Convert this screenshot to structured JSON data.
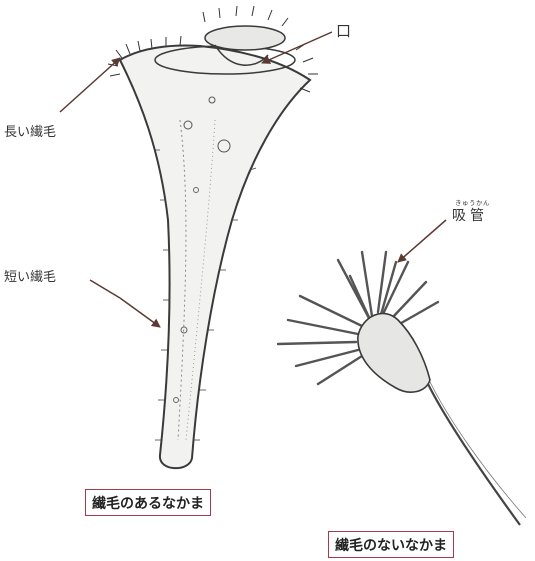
{
  "labels": {
    "mouth": "口",
    "long_cilia": "長い繊毛",
    "short_cilia": "短い繊毛",
    "tentacle": "吸管",
    "tentacle_ruby": "きゅうかん"
  },
  "captions": {
    "with_cilia": "繊毛のあるなかま",
    "without_cilia": "繊毛のないなかま"
  },
  "colors": {
    "arrow": "#5a3a32",
    "caption_border": "#a43a4a",
    "outline": "#3a3a3a"
  }
}
